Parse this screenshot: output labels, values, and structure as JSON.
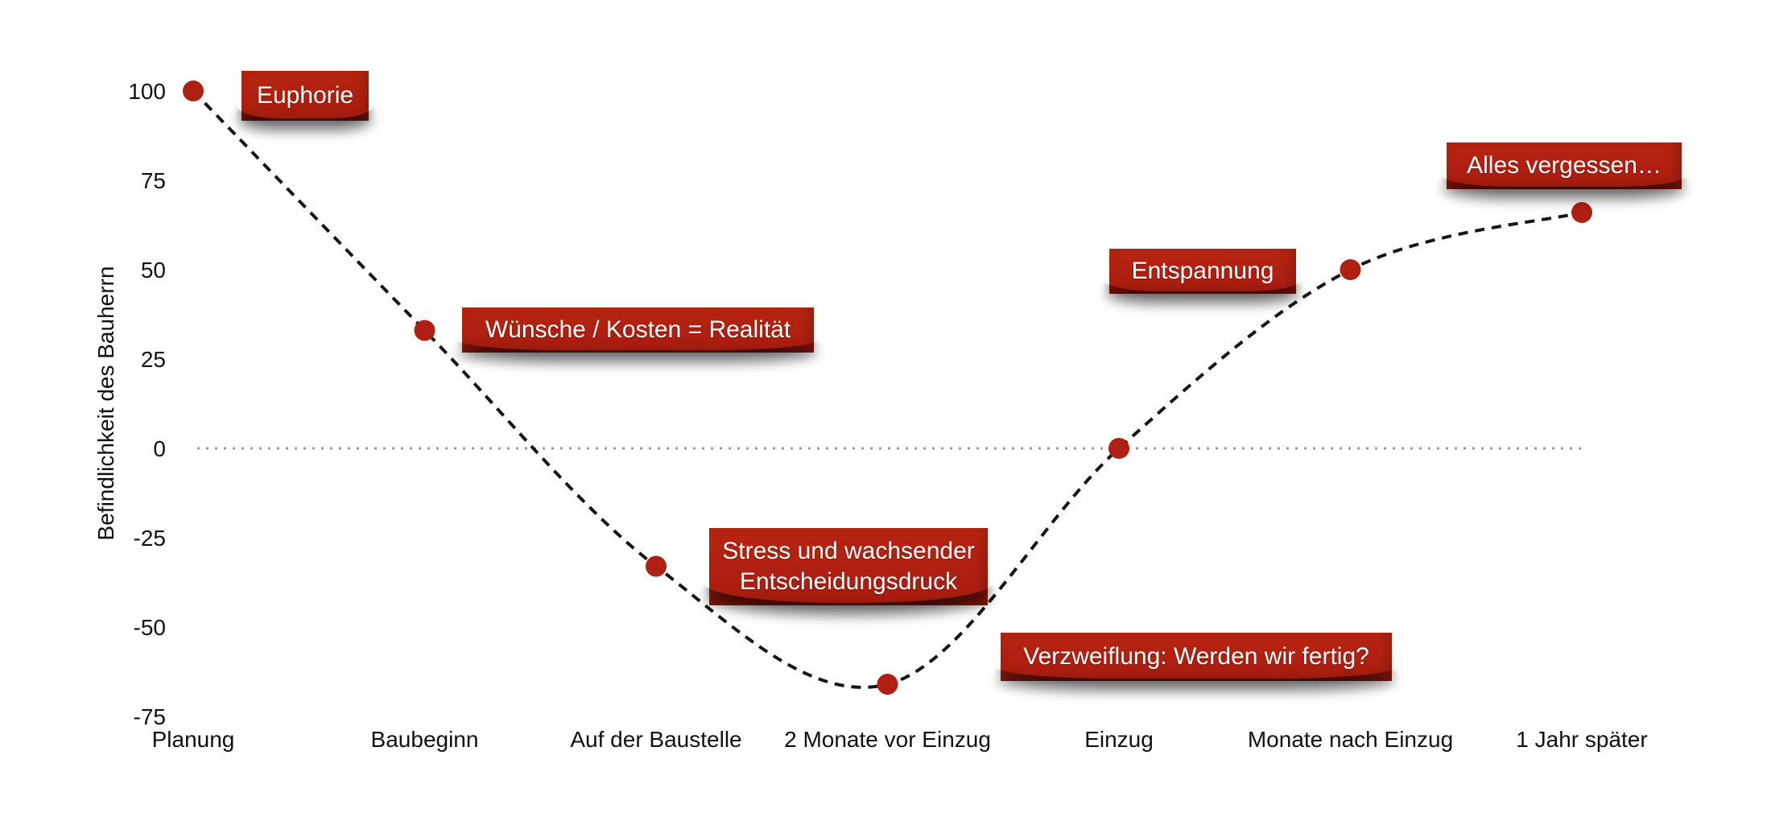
{
  "chart_data": {
    "type": "line",
    "title": "",
    "xlabel": "",
    "ylabel": "Befindlichkeit des Bauherrn",
    "categories": [
      "Planung",
      "Baubeginn",
      "Auf der Baustelle",
      "2 Monate vor Einzug",
      "Einzug",
      "Monate nach Einzug",
      "1 Jahr später"
    ],
    "values": [
      100,
      33,
      -33,
      -66,
      0,
      50,
      66
    ],
    "y_ticks": [
      100,
      75,
      50,
      25,
      0,
      -25,
      -50,
      -75
    ],
    "ylim": [
      -75,
      100
    ],
    "grid": false,
    "legend": false,
    "zero_line": true,
    "line_style": "dashed",
    "line_color": "#151515",
    "marker_color": "#b02012",
    "zero_line_color": "#999999",
    "tick_color": "#111111"
  },
  "annotations": [
    {
      "text": "Euphorie"
    },
    {
      "text": "Wünsche / Kosten = Realität"
    },
    {
      "text": "Stress und wachsender Entscheidungsdruck"
    },
    {
      "text": "Verzweiflung: Werden wir fertig?"
    },
    {
      "text": "Entspannung"
    },
    {
      "text": "Alles vergessen…"
    }
  ],
  "colors": {
    "callout_bg": "#b02012",
    "callout_text": "#ffffff",
    "background": "#ffffff"
  }
}
